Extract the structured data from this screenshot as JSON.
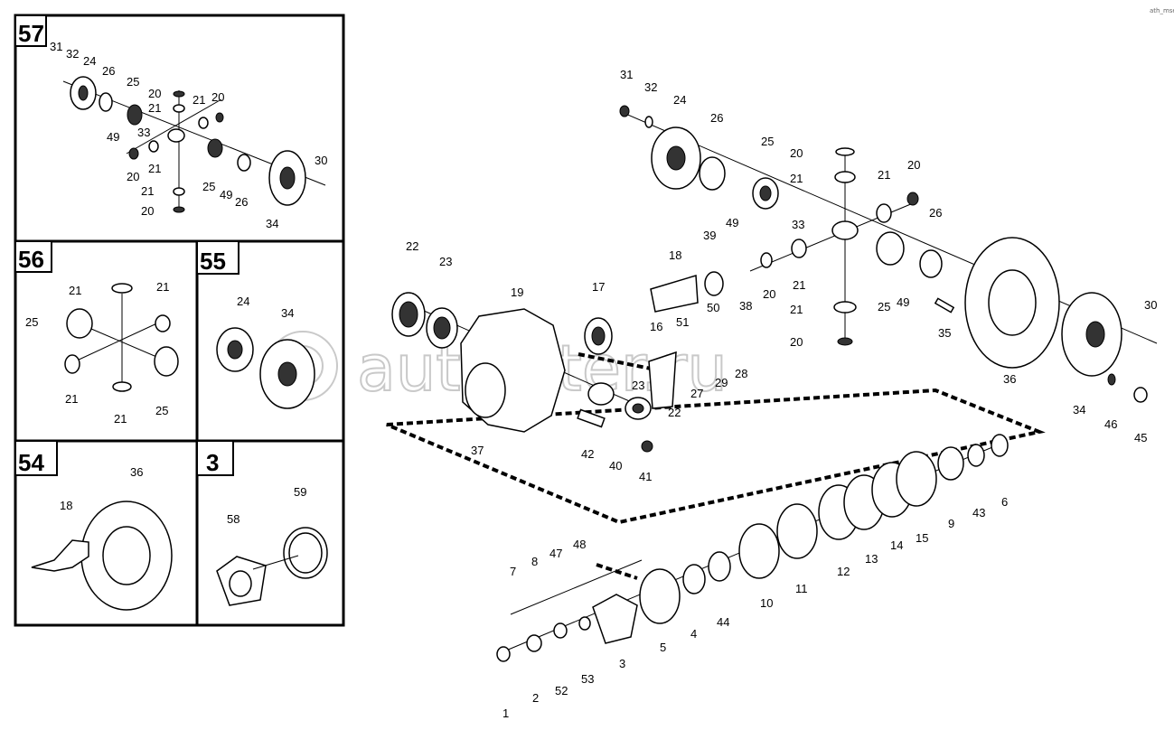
{
  "watermark": "autopiter.ru",
  "corner_mark": "ath_mse",
  "boxes": [
    {
      "id": "57",
      "labels": [
        [
          "31",
          64,
          56
        ],
        [
          "32",
          82,
          63
        ],
        [
          "24",
          101,
          71
        ],
        [
          "26",
          121,
          82
        ],
        [
          "25",
          149,
          94
        ],
        [
          "20",
          174,
          106
        ],
        [
          "21",
          174,
          123
        ],
        [
          "21",
          222,
          114
        ],
        [
          "20",
          243,
          110
        ],
        [
          "49",
          127,
          154
        ],
        [
          "33",
          161,
          150
        ],
        [
          "20",
          149,
          198
        ],
        [
          "21",
          173,
          190
        ],
        [
          "25",
          233,
          209
        ],
        [
          "49",
          251,
          219
        ],
        [
          "26",
          269,
          227
        ],
        [
          "21",
          165,
          215
        ],
        [
          "20",
          165,
          236
        ],
        [
          "30",
          357,
          180
        ],
        [
          "34",
          303,
          250
        ]
      ]
    },
    {
      "id": "56",
      "labels": [
        [
          "21",
          86,
          324
        ],
        [
          "21",
          182,
          320
        ],
        [
          "25",
          37,
          359
        ],
        [
          "21",
          81,
          444
        ],
        [
          "21",
          136,
          466
        ],
        [
          "25",
          181,
          457
        ]
      ]
    },
    {
      "id": "55",
      "labels": [
        [
          "24",
          272,
          336
        ],
        [
          "34",
          321,
          349
        ]
      ]
    },
    {
      "id": "54",
      "labels": [
        [
          "36",
          153,
          525
        ],
        [
          "18",
          75,
          562
        ]
      ]
    },
    {
      "id": "3",
      "labels": [
        [
          "58",
          260,
          577
        ],
        [
          "59",
          334,
          547
        ]
      ]
    }
  ],
  "main_labels": [
    [
      "31",
      693,
      87
    ],
    [
      "32",
      720,
      101
    ],
    [
      "24",
      753,
      115
    ],
    [
      "26",
      793,
      135
    ],
    [
      "25",
      849,
      161
    ],
    [
      "20",
      881,
      174
    ],
    [
      "21",
      881,
      202
    ],
    [
      "21",
      978,
      198
    ],
    [
      "20",
      1011,
      187
    ],
    [
      "49",
      810,
      251
    ],
    [
      "33",
      883,
      253
    ],
    [
      "26",
      1035,
      240
    ],
    [
      "25",
      978,
      344
    ],
    [
      "49",
      999,
      339
    ],
    [
      "21",
      884,
      320
    ],
    [
      "21",
      881,
      347
    ],
    [
      "20",
      881,
      383
    ],
    [
      "39",
      785,
      265
    ],
    [
      "18",
      747,
      287
    ],
    [
      "38",
      825,
      343
    ],
    [
      "20",
      851,
      330
    ],
    [
      "17",
      662,
      322
    ],
    [
      "22",
      456,
      277
    ],
    [
      "23",
      493,
      294
    ],
    [
      "19",
      572,
      328
    ],
    [
      "16",
      726,
      366
    ],
    [
      "51",
      756,
      361
    ],
    [
      "50",
      789,
      345
    ],
    [
      "27",
      771,
      440
    ],
    [
      "29",
      798,
      428
    ],
    [
      "28",
      820,
      418
    ],
    [
      "23",
      706,
      431
    ],
    [
      "22",
      746,
      461
    ],
    [
      "37",
      528,
      503
    ],
    [
      "42",
      650,
      507
    ],
    [
      "40",
      681,
      520
    ],
    [
      "41",
      714,
      532
    ],
    [
      "35",
      1045,
      373
    ],
    [
      "36",
      1117,
      424
    ],
    [
      "30",
      1273,
      342
    ],
    [
      "34",
      1194,
      458
    ],
    [
      "46",
      1229,
      474
    ],
    [
      "45",
      1262,
      489
    ],
    [
      "6",
      1112,
      560
    ],
    [
      "43",
      1083,
      572
    ],
    [
      "9",
      1053,
      584
    ],
    [
      "15",
      1020,
      600
    ],
    [
      "14",
      992,
      608
    ],
    [
      "13",
      964,
      623
    ],
    [
      "12",
      933,
      637
    ],
    [
      "11",
      887,
      656
    ],
    [
      "10",
      848,
      672
    ],
    [
      "44",
      800,
      693
    ],
    [
      "4",
      768,
      706
    ],
    [
      "5",
      734,
      721
    ],
    [
      "3",
      689,
      739
    ],
    [
      "7",
      568,
      637
    ],
    [
      "8",
      592,
      626
    ],
    [
      "47",
      615,
      617
    ],
    [
      "48",
      641,
      607
    ],
    [
      "53",
      650,
      756
    ],
    [
      "52",
      621,
      769
    ],
    [
      "2",
      593,
      777
    ],
    [
      "1",
      560,
      794
    ]
  ]
}
